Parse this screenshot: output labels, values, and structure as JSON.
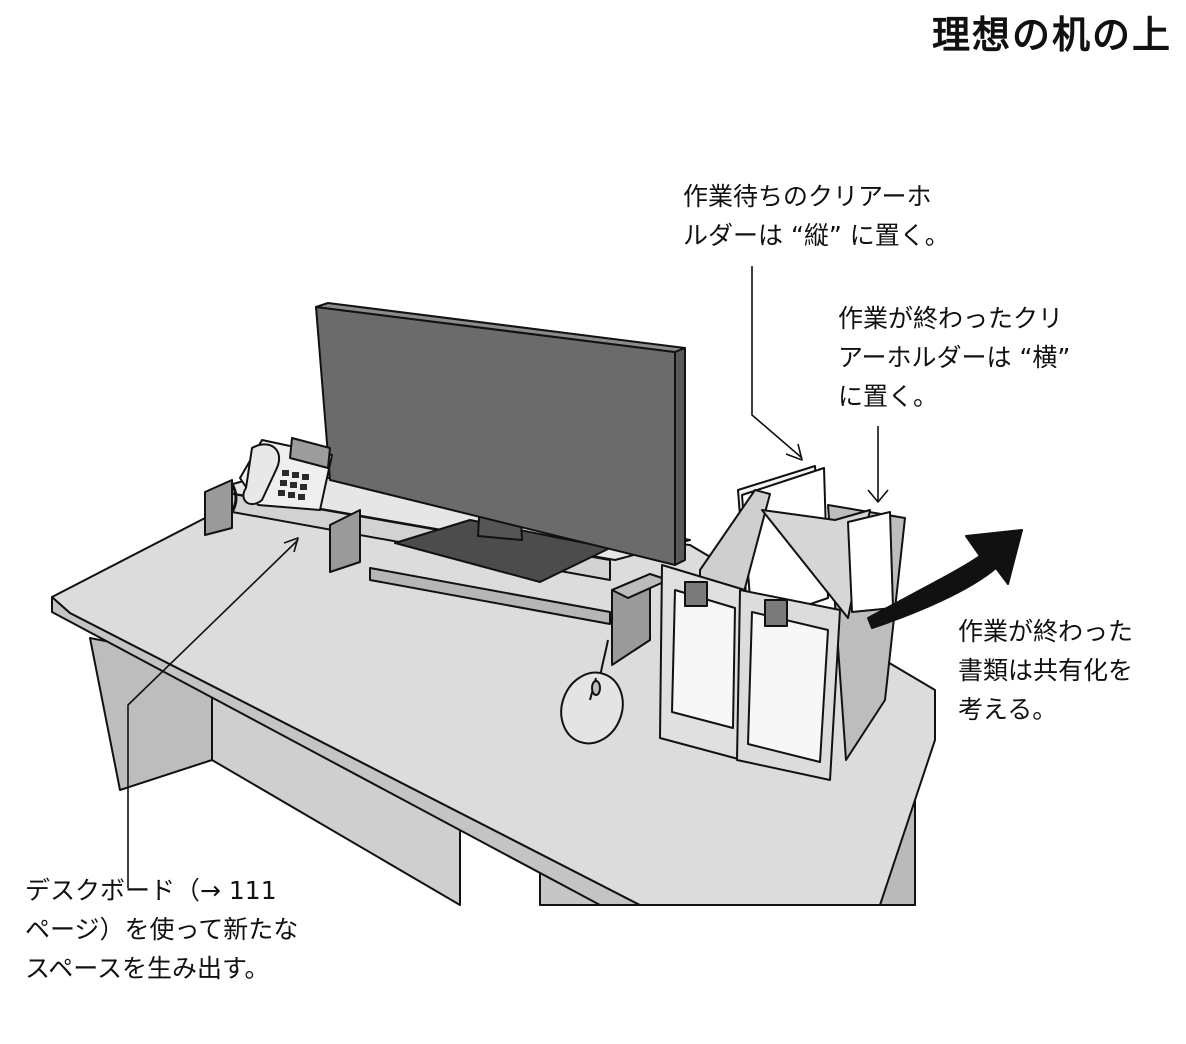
{
  "title": "理想の机の上",
  "annotations": {
    "vertical_holder": [
      "作業待ちのクリアーホ",
      "ルダーは “縦” に置く。"
    ],
    "horizontal_holder": [
      "作業が終わったクリ",
      "アーホルダーは “横”",
      "に置く。"
    ],
    "share_documents": [
      "作業が終わった",
      "書類は共有化を",
      "考える。"
    ],
    "desk_board": [
      "デスクボード（→ 111",
      "ページ）を使って新たな",
      "スペースを生み出す。"
    ]
  },
  "colors": {
    "ink": "#111111",
    "desk_top": "#d8d8d8",
    "desk_side": "#b4b4b4",
    "monitor": "#6e6e6e",
    "board": "#cfcfcf",
    "arrow": "#111111"
  },
  "icons": [
    "desk",
    "monitor",
    "desk-board",
    "telephone",
    "mouse",
    "file-box",
    "clear-holder",
    "share-arrow"
  ]
}
